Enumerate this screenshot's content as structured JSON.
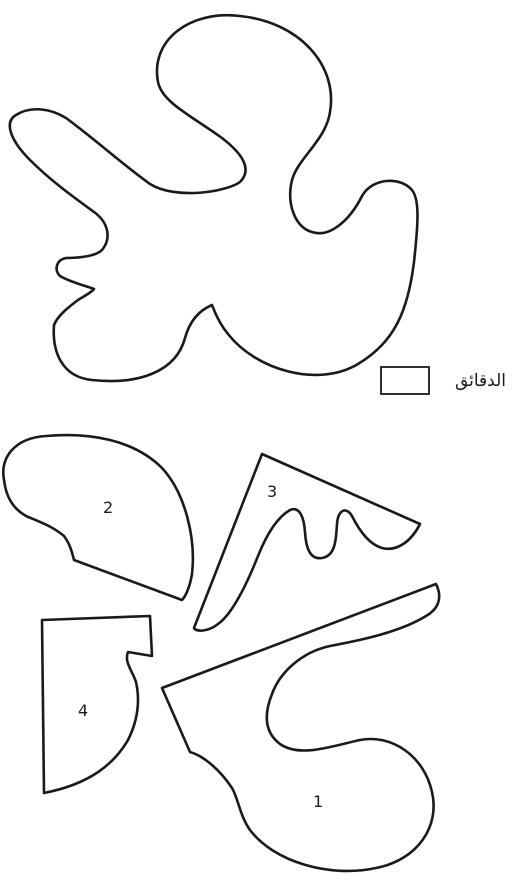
{
  "legend": {
    "label": "الدقائق"
  },
  "pieces": [
    {
      "id": "1",
      "label": "1"
    },
    {
      "id": "2",
      "label": "2"
    },
    {
      "id": "3",
      "label": "3"
    },
    {
      "id": "4",
      "label": "4"
    }
  ],
  "colors": {
    "stroke": "#1a1a1a",
    "fill": "#ffffff",
    "background": "#ffffff"
  }
}
